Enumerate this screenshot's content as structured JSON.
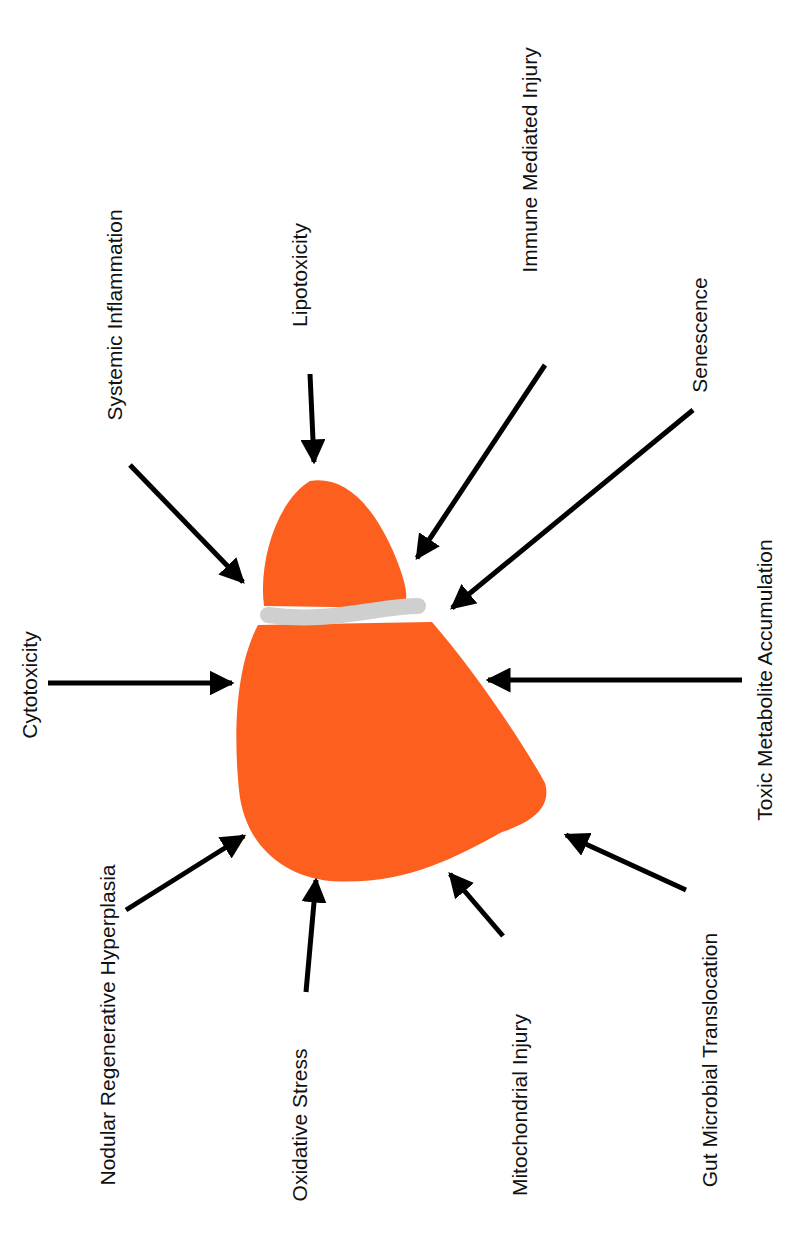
{
  "diagram": {
    "labels": [
      "Cytotoxicity",
      "Systemic Inflammation",
      "Lipotoxicity",
      "Immune Mediated Injury",
      "Senescence",
      "Toxic Metabolite Accumulation",
      "Gut Microbial Translocation",
      "Mitochondrial Injury",
      "Oxidative Stress",
      "Nodular Regenerative Hyperplasia"
    ]
  }
}
